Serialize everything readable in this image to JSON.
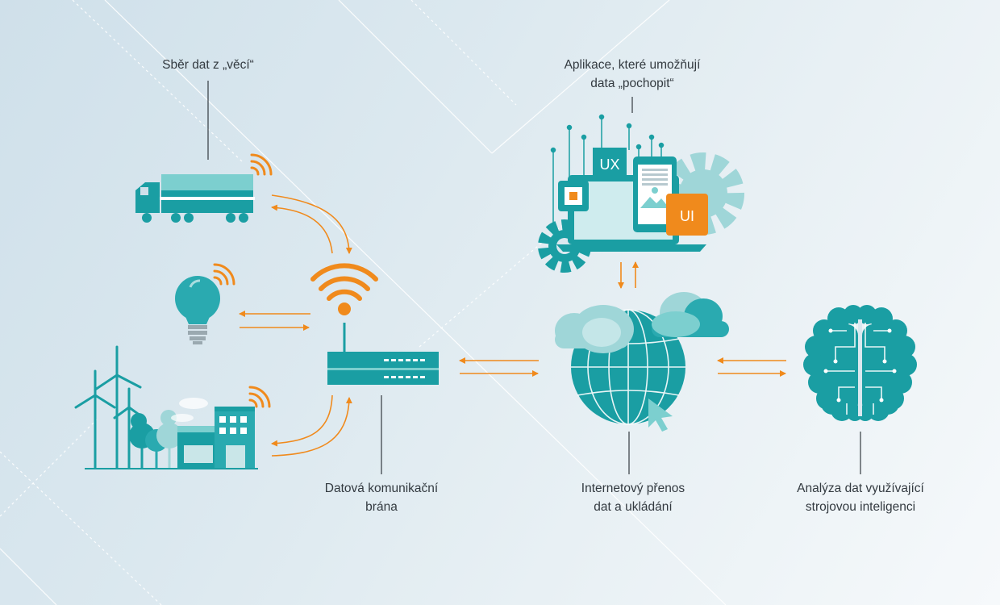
{
  "labels": {
    "collect": "Sběr dat z „věcí“",
    "apps": [
      "Aplikace, které umožňují",
      "data „pochopit“"
    ],
    "gateway": [
      "Datová komunikační",
      "brána"
    ],
    "transfer": [
      "Internetový přenos",
      "dat a ukládání"
    ],
    "analysis": [
      "Analýza dat využívající",
      "strojovou inteligenci"
    ]
  },
  "badges": {
    "ux": "UX",
    "ui": "UI"
  },
  "colors": {
    "teal": "#1a9ea3",
    "teal_light": "#7ccfcf",
    "orange": "#f08a1c",
    "text": "#333a40"
  }
}
